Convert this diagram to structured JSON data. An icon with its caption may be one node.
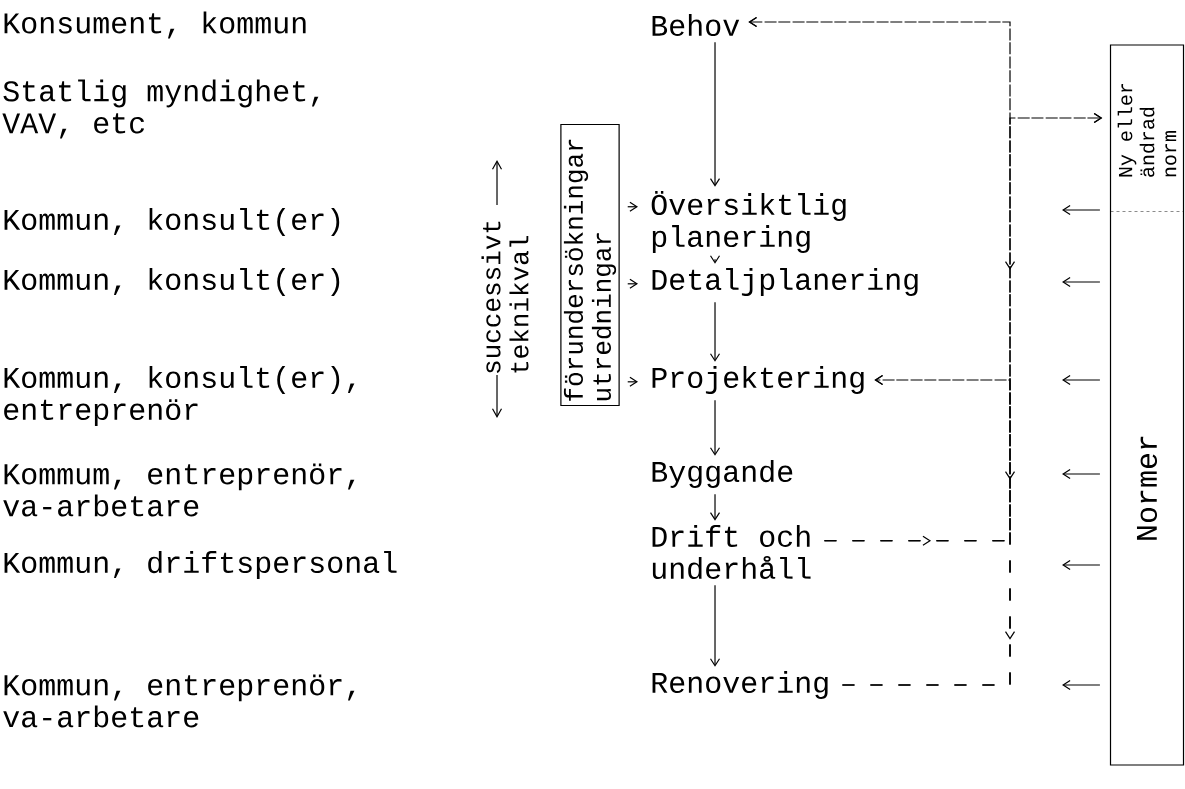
{
  "diagram": {
    "nodes": [
      {
        "text": [
          "Behov"
        ]
      },
      {
        "text": [
          "Översiktlig planering"
        ]
      },
      {
        "text": [
          "Detaljplanering"
        ]
      },
      {
        "text": [
          "Projektering"
        ]
      },
      {
        "text": [
          "Byggande"
        ]
      },
      {
        "text": [
          "Drift och underhåll"
        ]
      },
      {
        "text": [
          "Renovering"
        ]
      },
      {
        "text": [
          "Normer"
        ]
      },
      {
        "text": [
          "Ny eller ändrad norm"
        ],
        "in": 7
      },
      {
        "text": [
          "förundersökningar utredningar"
        ]
      }
    ],
    "edges": [
      {
        "from": 0,
        "to": 1,
        "arrow": "to"
      },
      {
        "from": 1,
        "to": 2,
        "arrow": "to"
      },
      {
        "from": 2,
        "to": 3,
        "arrow": "to"
      },
      {
        "from": 3,
        "to": 4,
        "arrow": "to"
      },
      {
        "from": 4,
        "to": 5,
        "arrow": "to"
      },
      {
        "from": 5,
        "to": 6,
        "arrow": "to"
      },
      {
        "from": 9,
        "to": 1,
        "arrow": "to"
      },
      {
        "from": 9,
        "to": 2,
        "arrow": "to"
      },
      {
        "from": 9,
        "to": 3,
        "arrow": "to"
      },
      {
        "from": 6,
        "to": 0,
        "arrow": "to",
        "style": "dashed"
      },
      {
        "from": 6,
        "to": 8,
        "arrow": "to",
        "style": "dashed"
      },
      {
        "from": 6,
        "to": 3,
        "arrow": "to",
        "style": "dashed"
      },
      {
        "from": 5,
        "to": 0,
        "arrow": "to",
        "style": "dashed"
      },
      {
        "from": 5,
        "to": 8,
        "arrow": "to",
        "style": "dashed"
      },
      {
        "from": 5,
        "to": 3,
        "arrow": "to",
        "style": "dashed"
      },
      {
        "from": 7,
        "to": null,
        "arrow": "to"
      },
      {
        "from": 7,
        "to": null,
        "arrow": "to"
      },
      {
        "from": 7,
        "to": null,
        "arrow": "to"
      },
      {
        "from": 7,
        "to": null,
        "arrow": "to"
      },
      {
        "from": 7,
        "to": null,
        "arrow": "to"
      },
      {
        "from": 7,
        "to": null,
        "arrow": "to"
      }
    ],
    "labels": [
      "Konsument, kommun",
      "Statlig myndighet, VAV, etc",
      "Kommun, konsult(er)",
      "Kommun, konsult(er)",
      "Kommun, konsult(er), entreprenör",
      "Kommum, entreprenör, va-arbetare",
      "Kommun, driftspersonal",
      "Kommun, entreprenör, va-arbetare",
      "successivt teknikval"
    ]
  }
}
